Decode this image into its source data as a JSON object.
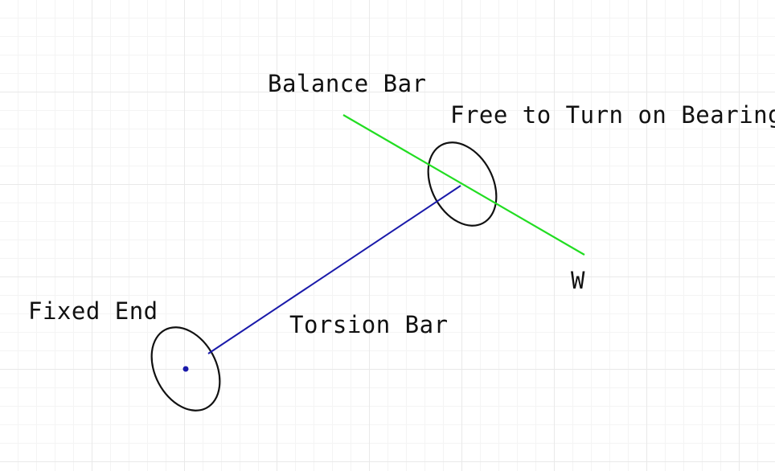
{
  "labels": {
    "balance_bar": "Balance Bar",
    "free_to_turn": "Free to Turn on Bearing",
    "weight": "W",
    "fixed_end": "Fixed End",
    "torsion_bar": "Torsion Bar"
  },
  "colors": {
    "balance_bar": "#22dd22",
    "torsion_bar": "#1a1aaa",
    "outline": "#111111",
    "text": "#111111",
    "grid": "#e9e9e9"
  }
}
